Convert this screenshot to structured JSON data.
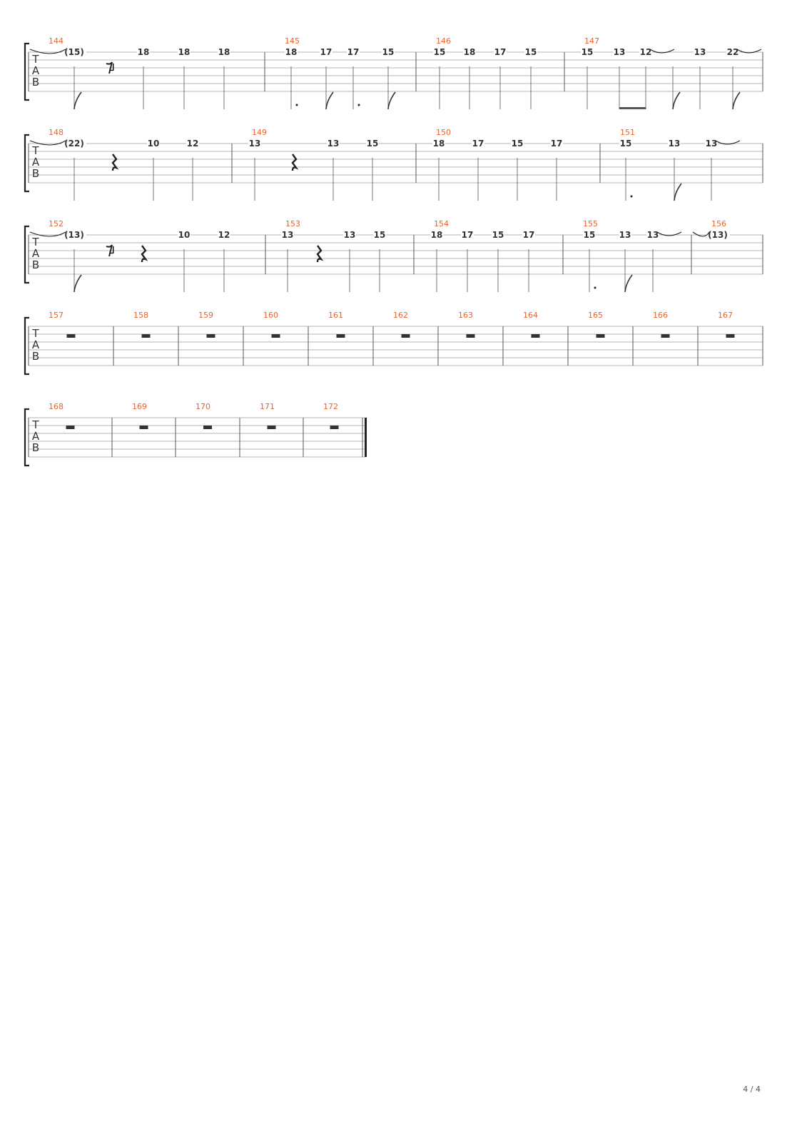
{
  "page": {
    "number": "4 / 4"
  },
  "clef": {
    "t": "T",
    "a": "A",
    "b": "B"
  },
  "colors": {
    "measure_number": "#e8632b",
    "staff_line": "#b4b4b4",
    "fret": "#333333",
    "stem": "#777777"
  },
  "systems": [
    {
      "measures": [
        {
          "number": "144",
          "events": [
            {
              "fret": "(15)",
              "stem": "flag",
              "tie_in": true
            },
            {
              "rest": "eighth"
            },
            {
              "fret": "18",
              "stem": "plain"
            },
            {
              "fret": "18",
              "stem": "plain"
            },
            {
              "fret": "18",
              "stem": "plain"
            }
          ]
        },
        {
          "number": "145",
          "events": [
            {
              "fret": "18",
              "stem": "plain",
              "dot": true
            },
            {
              "fret": "17",
              "stem": "flag"
            },
            {
              "fret": "17",
              "stem": "plain",
              "dot": true
            },
            {
              "fret": "15",
              "stem": "flag"
            }
          ]
        },
        {
          "number": "146",
          "events": [
            {
              "fret": "15",
              "stem": "plain"
            },
            {
              "fret": "18",
              "stem": "plain"
            },
            {
              "fret": "17",
              "stem": "plain"
            },
            {
              "fret": "15",
              "stem": "plain"
            }
          ]
        },
        {
          "number": "147",
          "events": [
            {
              "fret": "15",
              "stem": "plain"
            },
            {
              "fret": "13",
              "stem": "beam_start"
            },
            {
              "fret": "12",
              "stem": "beam_end",
              "tie_out": true
            },
            {
              "fret": "",
              "stem": "flag"
            },
            {
              "fret": "13",
              "stem": "plain"
            },
            {
              "fret": "22",
              "stem": "flag",
              "tie_out": true
            }
          ]
        }
      ]
    },
    {
      "measures": [
        {
          "number": "148",
          "events": [
            {
              "fret": "(22)",
              "stem": "plain",
              "tie_in": true
            },
            {
              "rest": "quarter"
            },
            {
              "fret": "10",
              "stem": "plain"
            },
            {
              "fret": "12",
              "stem": "plain"
            }
          ]
        },
        {
          "number": "149",
          "events": [
            {
              "fret": "13",
              "stem": "plain"
            },
            {
              "rest": "quarter"
            },
            {
              "fret": "13",
              "stem": "plain"
            },
            {
              "fret": "15",
              "stem": "plain"
            }
          ]
        },
        {
          "number": "150",
          "events": [
            {
              "fret": "18",
              "stem": "plain"
            },
            {
              "fret": "17",
              "stem": "plain"
            },
            {
              "fret": "15",
              "stem": "plain"
            },
            {
              "fret": "17",
              "stem": "plain"
            }
          ]
        },
        {
          "number": "151",
          "events": [
            {
              "fret": "15",
              "stem": "plain",
              "dot": true
            },
            {
              "fret": "13",
              "stem": "flag"
            },
            {
              "fret": "13",
              "stem": "plain",
              "tie_out": true
            }
          ]
        }
      ]
    },
    {
      "measures": [
        {
          "number": "152",
          "events": [
            {
              "fret": "(13)",
              "stem": "flag",
              "tie_in": true
            },
            {
              "rest": "eighth"
            },
            {
              "rest": "quarter"
            },
            {
              "fret": "10",
              "stem": "plain"
            },
            {
              "fret": "12",
              "stem": "plain"
            }
          ]
        },
        {
          "number": "153",
          "events": [
            {
              "fret": "13",
              "stem": "plain"
            },
            {
              "rest": "quarter"
            },
            {
              "fret": "13",
              "stem": "plain"
            },
            {
              "fret": "15",
              "stem": "plain"
            }
          ]
        },
        {
          "number": "154",
          "events": [
            {
              "fret": "18",
              "stem": "plain"
            },
            {
              "fret": "17",
              "stem": "plain"
            },
            {
              "fret": "15",
              "stem": "plain"
            },
            {
              "fret": "17",
              "stem": "plain"
            }
          ]
        },
        {
          "number": "155",
          "events": [
            {
              "fret": "15",
              "stem": "plain",
              "dot": true
            },
            {
              "fret": "13",
              "stem": "flag"
            },
            {
              "fret": "13",
              "stem": "plain",
              "tie_out": true
            }
          ]
        },
        {
          "number": "156",
          "events": [
            {
              "fret": "(13)",
              "stem": "none",
              "tie_in": true
            }
          ]
        }
      ]
    },
    {
      "measures": [
        {
          "number": "157",
          "events": [
            {
              "rest": "whole"
            }
          ]
        },
        {
          "number": "158",
          "events": [
            {
              "rest": "whole"
            }
          ]
        },
        {
          "number": "159",
          "events": [
            {
              "rest": "whole"
            }
          ]
        },
        {
          "number": "160",
          "events": [
            {
              "rest": "whole"
            }
          ]
        },
        {
          "number": "161",
          "events": [
            {
              "rest": "whole"
            }
          ]
        },
        {
          "number": "162",
          "events": [
            {
              "rest": "whole"
            }
          ]
        },
        {
          "number": "163",
          "events": [
            {
              "rest": "whole"
            }
          ]
        },
        {
          "number": "164",
          "events": [
            {
              "rest": "whole"
            }
          ]
        },
        {
          "number": "165",
          "events": [
            {
              "rest": "whole"
            }
          ]
        },
        {
          "number": "166",
          "events": [
            {
              "rest": "whole"
            }
          ]
        },
        {
          "number": "167",
          "events": [
            {
              "rest": "whole"
            }
          ]
        }
      ]
    },
    {
      "final_barline": true,
      "measures": [
        {
          "number": "168",
          "events": [
            {
              "rest": "whole"
            }
          ]
        },
        {
          "number": "169",
          "events": [
            {
              "rest": "whole"
            }
          ]
        },
        {
          "number": "170",
          "events": [
            {
              "rest": "whole"
            }
          ]
        },
        {
          "number": "171",
          "events": [
            {
              "rest": "whole"
            }
          ]
        },
        {
          "number": "172",
          "events": [
            {
              "rest": "whole"
            }
          ]
        }
      ]
    }
  ]
}
